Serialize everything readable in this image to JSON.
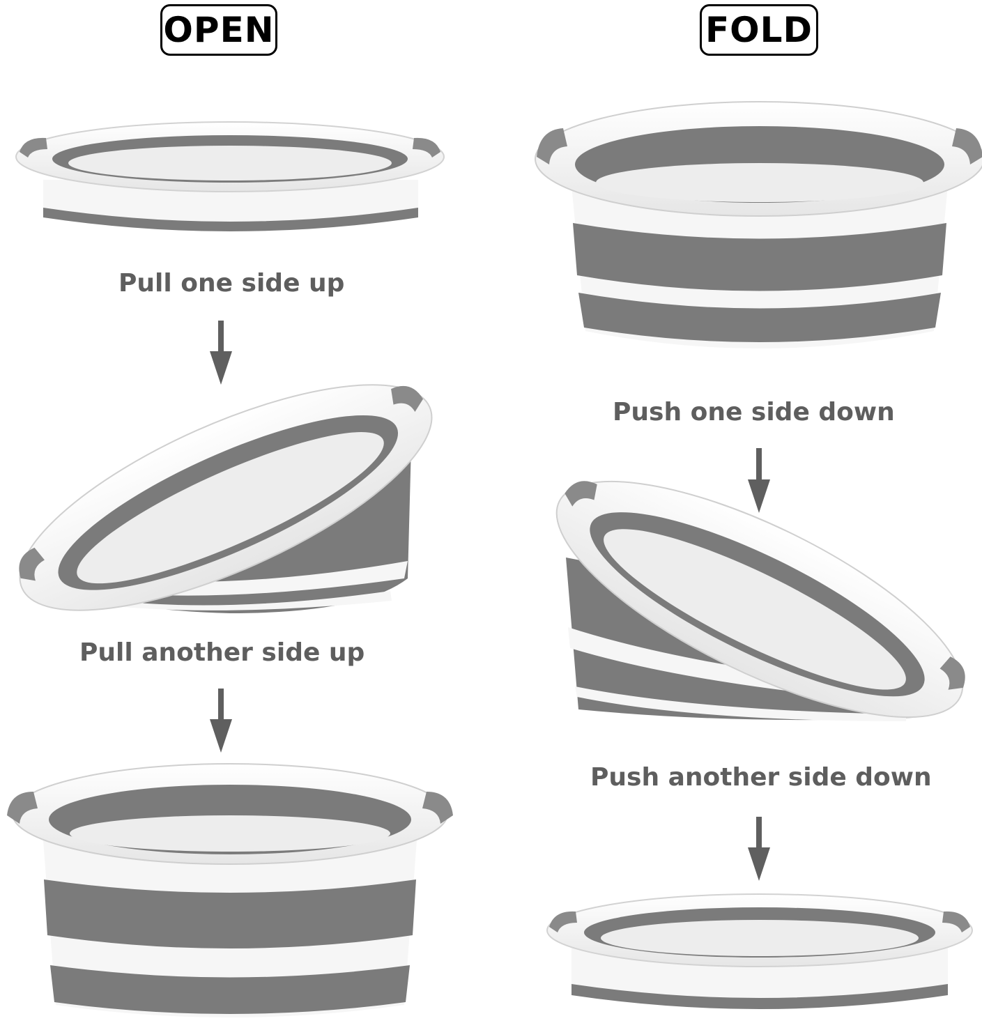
{
  "colors": {
    "basket_gray": "#7b7b7b",
    "basket_white": "#f6f6f6",
    "label_gray": "#5e5e5e",
    "arrow_gray": "#5f5f5f"
  },
  "open": {
    "title": "OPEN",
    "steps": [
      "Pull one side up",
      "Pull another side up"
    ]
  },
  "fold": {
    "title": "FOLD",
    "steps": [
      "Push one side down",
      "Push another side down"
    ]
  }
}
